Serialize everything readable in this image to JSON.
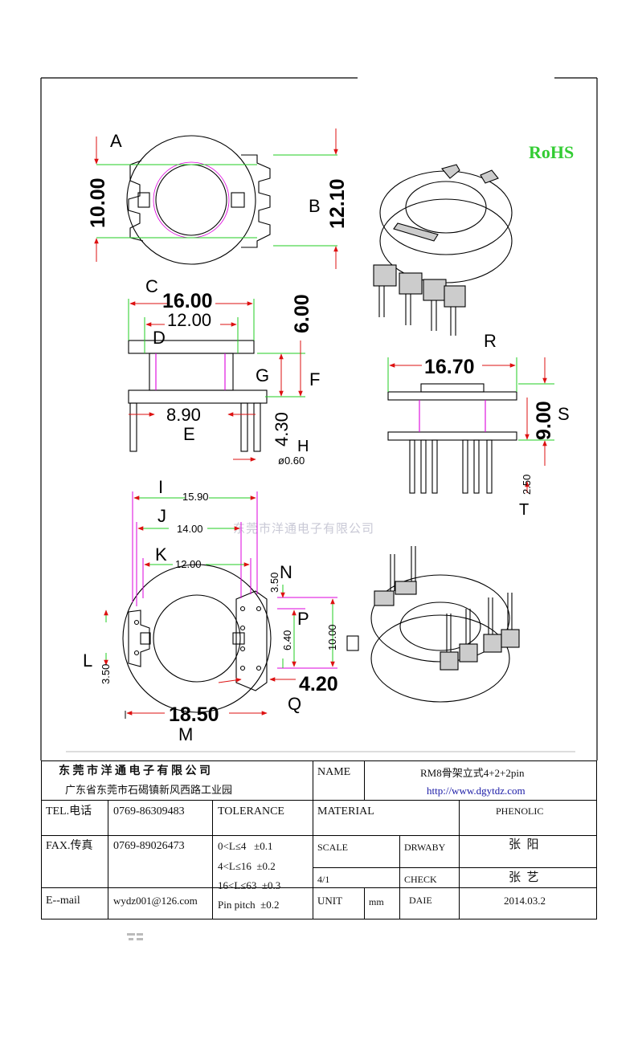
{
  "rohs": "RoHS",
  "watermark": "东莞市洋通电子有限公司",
  "labels": {
    "A": "A",
    "B": "B",
    "C": "C",
    "D": "D",
    "E": "E",
    "F": "F",
    "G": "G",
    "H": "H",
    "I": "I",
    "J": "J",
    "K": "K",
    "L": "L",
    "M": "M",
    "N": "N",
    "P": "P",
    "Q": "Q",
    "R": "R",
    "S": "S",
    "T": "T"
  },
  "dims": {
    "a": "10.00",
    "b": "12.10",
    "c": "16.00",
    "d": "12.00",
    "e": "8.90",
    "f": "6.00",
    "h": "4.30",
    "pin": "ø0.60",
    "r": "16.70",
    "s": "9.00",
    "t": "2.50",
    "i": "15.90",
    "j": "14.00",
    "k": "12.00",
    "n": "3.50",
    "p": "6.40",
    "p2": "10.00",
    "q": "4.20",
    "l": "3.50",
    "m": "18.50"
  },
  "titleblock": {
    "company": "东 莞 市 洋 通 电 子 有 限 公 司",
    "address": "广东省东莞市石碣镇新风西路工业园",
    "name_label": "NAME",
    "name_value": "RM8骨架立式4+2+2pin",
    "url": "http://www.dgytdz.com",
    "tel_label": "TEL.电话",
    "tel_value": "0769-86309483",
    "tolerance_label": "TOLERANCE",
    "material_label": "MATERIAL",
    "material_value": "PHENOLIC",
    "fax_label": "FAX.传真",
    "fax_value": "0769-89026473",
    "tol1": "0<L≤4   ±0.1",
    "tol2": "4<L≤16  ±0.2",
    "tol3": "16<L≤63  ±0.3",
    "tol4": "Pin pitch  ±0.2",
    "scale_label": "SCALE",
    "scale_value": "4/1",
    "drawby_label": "DRWABY",
    "drawby_value": "张  阳",
    "check_label": "CHECK",
    "check_value": "张  艺",
    "email_label": "E--mail",
    "email_value": "wydz001@126.com",
    "unit_label": "UNIT",
    "unit_value": "mm",
    "date_label": "DAIE",
    "date_value": "2014.03.2"
  }
}
